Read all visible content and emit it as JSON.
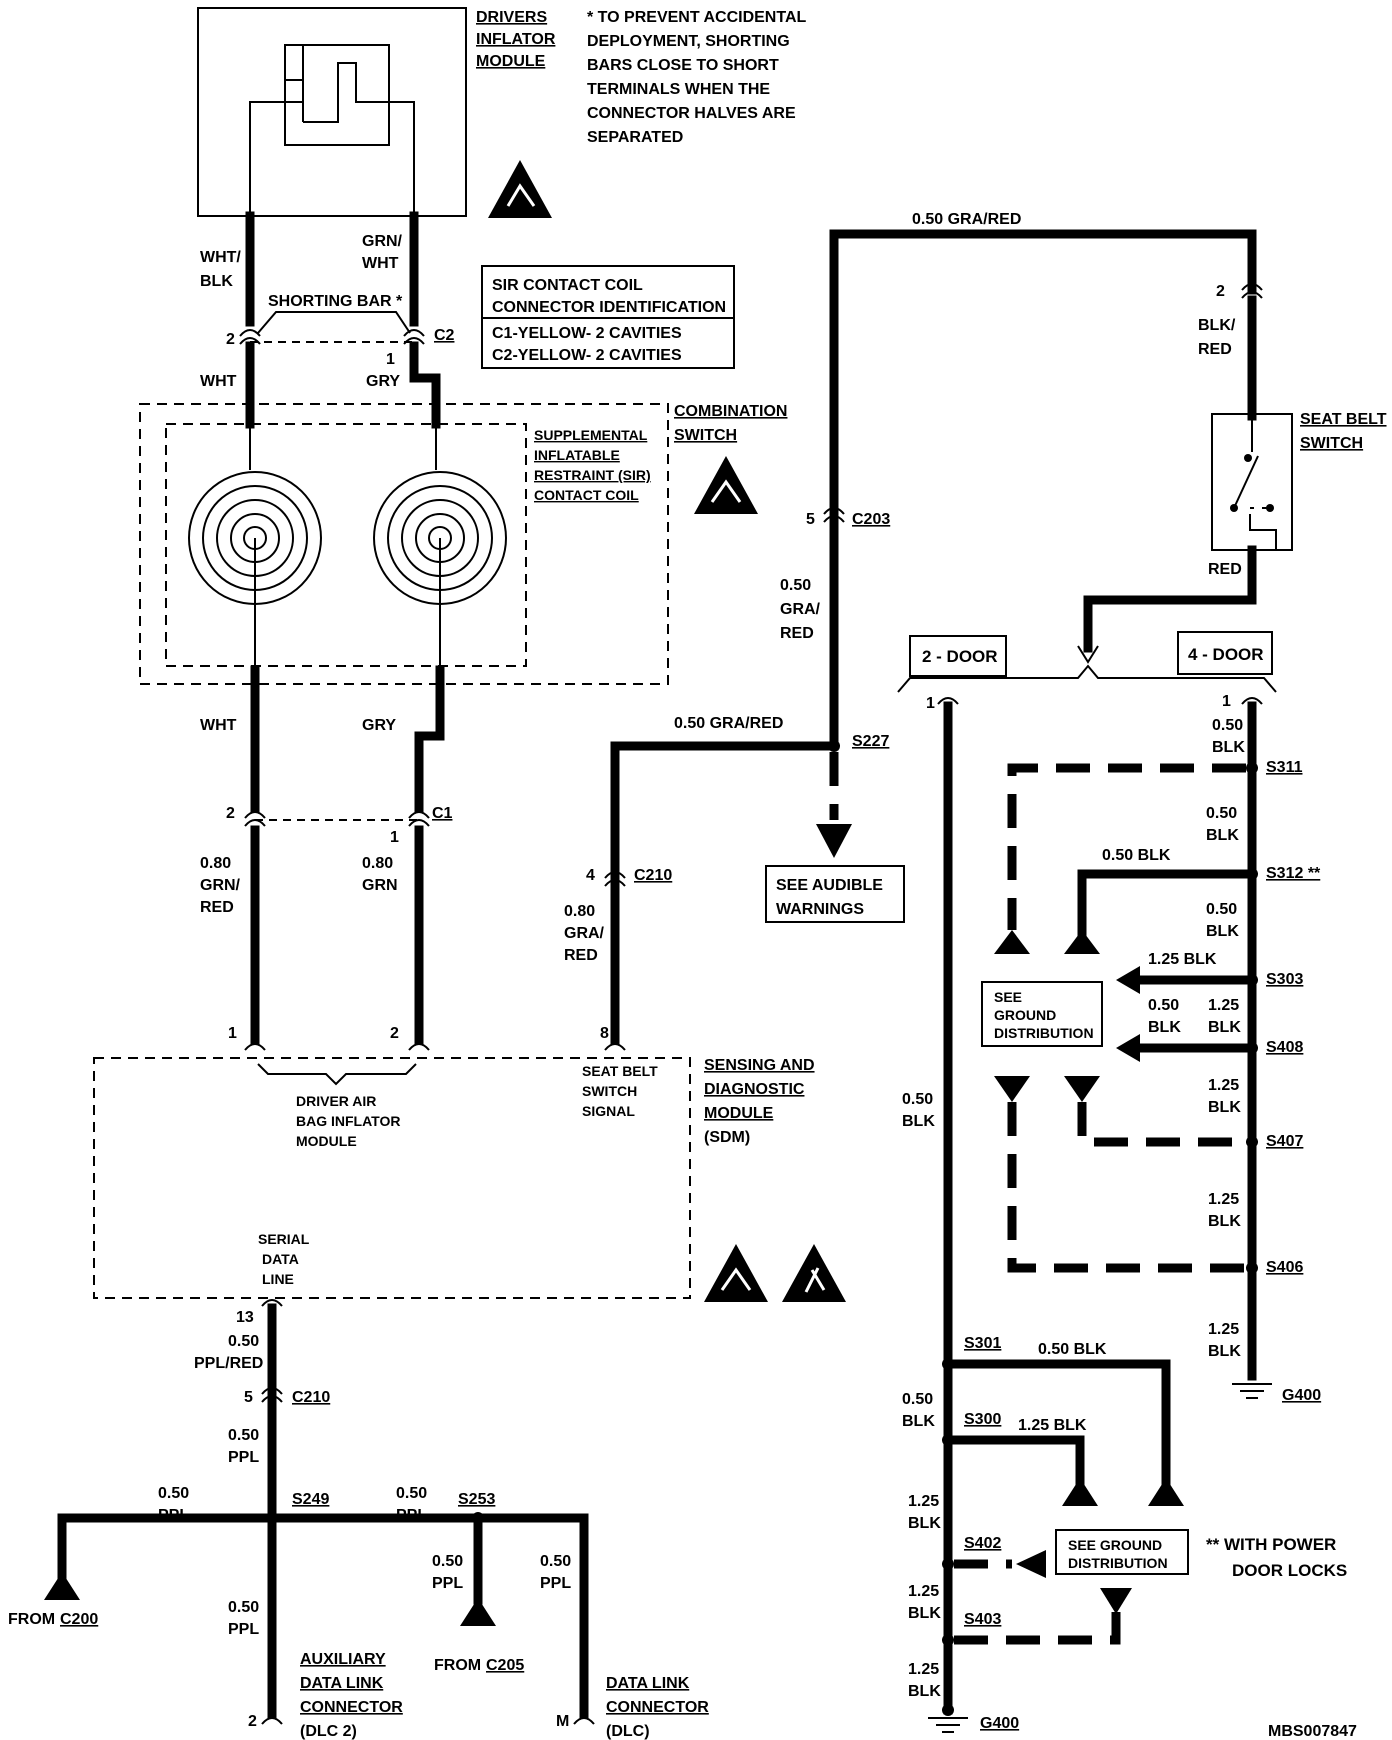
{
  "title_code": "MBS007847",
  "notes": {
    "shorting_bar": "* TO PREVENT ACCIDENTAL DEPLOYMENT, SHORTING BARS CLOSE TO SHORT TERMINALS WHEN THE CONNECTOR HALVES ARE SEPARATED",
    "shorting_bar_lines": [
      "* TO PREVENT ACCIDENTAL",
      "DEPLOYMENT, SHORTING",
      "BARS CLOSE TO SHORT",
      "TERMINALS WHEN THE",
      "CONNECTOR HALVES ARE",
      "SEPARATED"
    ],
    "power_locks_lines": [
      "** WITH POWER",
      "DOOR LOCKS"
    ]
  },
  "components": {
    "drivers_inflator": [
      "DRIVERS",
      "INFLATOR",
      "MODULE"
    ],
    "combination_switch": [
      "COMBINATION",
      "SWITCH"
    ],
    "sir_coil": [
      "SUPPLEMENTAL",
      "INFLATABLE",
      "RESTRAINT (SIR)",
      "CONTACT COIL"
    ],
    "sdm": [
      "SENSING AND",
      "DIAGNOSTIC",
      "MODULE",
      "(SDM)"
    ],
    "seat_belt_switch": [
      "SEAT BELT",
      "SWITCH"
    ],
    "aux_dlc": [
      "AUXILIARY",
      "DATA LINK",
      "CONNECTOR",
      "(DLC 2)"
    ],
    "dlc": [
      "DATA LINK",
      "CONNECTOR",
      "(DLC)"
    ]
  },
  "sir_table": {
    "header": [
      "SIR CONTACT COIL",
      "CONNECTOR IDENTIFICATION"
    ],
    "rows": [
      "C1-YELLOW- 2 CAVITIES",
      "C2-YELLOW- 2  CAVITIES"
    ]
  },
  "sdm_internal": {
    "driver_airbag": [
      "DRIVER AIR",
      "BAG INFLATOR",
      "MODULE"
    ],
    "seat_belt_signal": [
      "SEAT BELT",
      "SWITCH",
      "SIGNAL"
    ],
    "serial_data": [
      "SERIAL",
      "DATA",
      "LINE"
    ]
  },
  "labels": {
    "shorting_bar": "SHORTING BAR *",
    "wht_blk": [
      "WHT/",
      "BLK"
    ],
    "grn_wht": [
      "GRN/",
      "WHT"
    ],
    "wht": "WHT",
    "gry": "GRY",
    "c2": "C2",
    "c1": "C1",
    "c203": "C203",
    "c210": "C210",
    "s227": "S227",
    "s249": "S249",
    "s253": "S253",
    "gra_red_top": "0.50 GRA/RED",
    "gra_red_mid": "0.50 GRA/RED",
    "gra_red_stack": [
      "0.50",
      "GRA/",
      "RED"
    ],
    "gra_red_80": [
      "0.80",
      "GRA/",
      "RED"
    ],
    "grn_red_80": [
      "0.80",
      "GRN/",
      "RED"
    ],
    "grn_80": [
      "0.80",
      "GRN"
    ],
    "see_audible": [
      "SEE AUDIBLE",
      "WARNINGS"
    ],
    "ppl_red": [
      "0.50",
      "PPL/RED"
    ],
    "ppl": [
      "0.50",
      "PPL"
    ],
    "from_c200": "FROM",
    "c200": "C200",
    "from_c205": "FROM",
    "c205": "C205",
    "blk_red": [
      "BLK/",
      "RED"
    ],
    "red": "RED",
    "two_door": "2 - DOOR",
    "four_door": "4 - DOOR",
    "blk_050": [
      "0.50",
      "BLK"
    ],
    "blk_125": [
      "1.25",
      "BLK"
    ],
    "blk_050_inline": "0.50 BLK",
    "blk_125_inline": "1.25 BLK",
    "see_ground": [
      "SEE",
      "GROUND",
      "DISTRIBUTION"
    ],
    "see_ground_inline": [
      "SEE GROUND",
      "DISTRIBUTION"
    ],
    "splices": [
      "S311",
      "S312 **",
      "S303",
      "S408",
      "S407",
      "S406",
      "S301",
      "S300",
      "S402",
      "S403"
    ],
    "g400": "G400",
    "pins": {
      "p1": "1",
      "p2": "2",
      "p4": "4",
      "p5": "5",
      "p8": "8",
      "p13": "13",
      "pm": "M"
    }
  }
}
